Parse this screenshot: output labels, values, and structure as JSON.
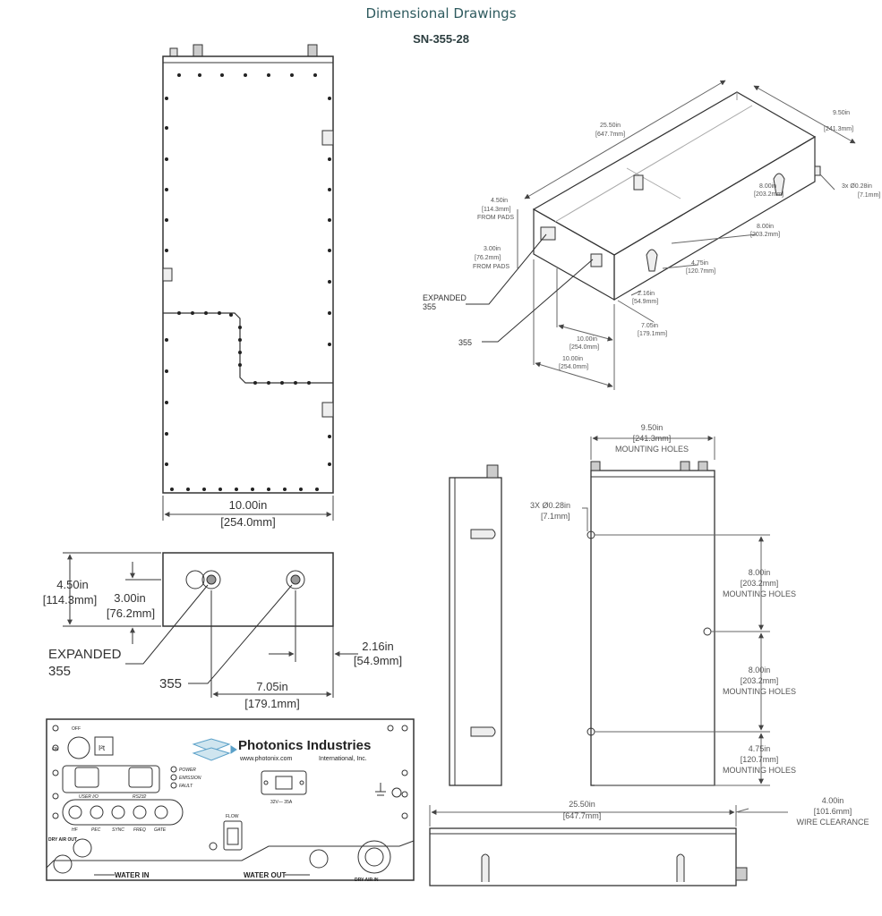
{
  "header": {
    "title": "Dimensional Drawings",
    "subtitle": "SN-355-28"
  },
  "top_view": {
    "width_in": "10.00in",
    "width_mm": "[254.0mm]"
  },
  "front_view": {
    "height_in": "4.50in",
    "height_mm": "[114.3mm]",
    "port_height_in": "3.00in",
    "port_height_mm": "[76.2mm]",
    "label_expanded": "EXPANDED",
    "label_expanded_num": "355",
    "label_355": "355",
    "right_offset_in": "2.16in",
    "right_offset_mm": "[54.9mm]",
    "port_spacing_in": "7.05in",
    "port_spacing_mm": "[179.1mm]"
  },
  "isometric": {
    "length_in": "25.50in",
    "length_mm": "[647.7mm]",
    "width_in": "9.50in",
    "width_mm": "[241.3mm]",
    "holes": "3x Ø0.28in",
    "holes_mm": "[7.1mm]",
    "height_in": "4.50in",
    "height_mm": "[114.3mm]",
    "from_pads_1": "FROM PADS",
    "port_in": "3.00in",
    "port_mm": "[76.2mm]",
    "from_pads_2": "FROM PADS",
    "hole1_in": "8.00in",
    "hole1_mm": "[203.2mm]",
    "hole2_in": "8.00in",
    "hole2_mm": "[203.2mm]",
    "hole3_in": "4.75in",
    "hole3_mm": "[120.7mm]",
    "off1_in": "2.16in",
    "off1_mm": "[54.9mm]",
    "off2_in": "7.05in",
    "off2_mm": "[179.1mm]",
    "off3_in": "10.00in",
    "off3_mm": "[254.0mm]",
    "label_expanded": "EXPANDED",
    "label_expanded_num": "355",
    "label_355": "355"
  },
  "side_view": {
    "width_in": "9.50in",
    "width_mm": "[241.3mm]",
    "width_note": "MOUNTING HOLES",
    "holes_label": "3X  Ø0.28in",
    "holes_mm": "[7.1mm]",
    "d1_in": "8.00in",
    "d1_mm": "[203.2mm]",
    "d1_note": "MOUNTING HOLES",
    "d2_in": "8.00in",
    "d2_mm": "[203.2mm]",
    "d2_note": "MOUNTING HOLES",
    "d3_in": "4.75in",
    "d3_mm": "[120.7mm]",
    "d3_note": "MOUNTING HOLES"
  },
  "bottom_view": {
    "length_in": "25.50in",
    "length_mm": "[647.7mm]",
    "clear_in": "4.00in",
    "clear_mm": "[101.6mm]",
    "clear_note": "WIRE CLEARANCE"
  },
  "panel": {
    "off": "OFF",
    "on": "ON",
    "key": "I²t",
    "brand": "Photonics Industries",
    "url": "www.photonix.com",
    "intl": "International, Inc.",
    "power": "POWER",
    "emission": "EMISSION",
    "fault": "FAULT",
    "user_io": "USER I/O",
    "rs232": "RS232",
    "ports": [
      "HF",
      "PEC",
      "SYNC",
      "FREQ",
      "GATE"
    ],
    "voltage": "32V— 35A",
    "flow": "FLOW",
    "dry_air_out": "DRY AIR OUT",
    "water_in": "WATER IN",
    "water_out": "WATER OUT",
    "dry_air_in": "DRY AIR IN"
  }
}
